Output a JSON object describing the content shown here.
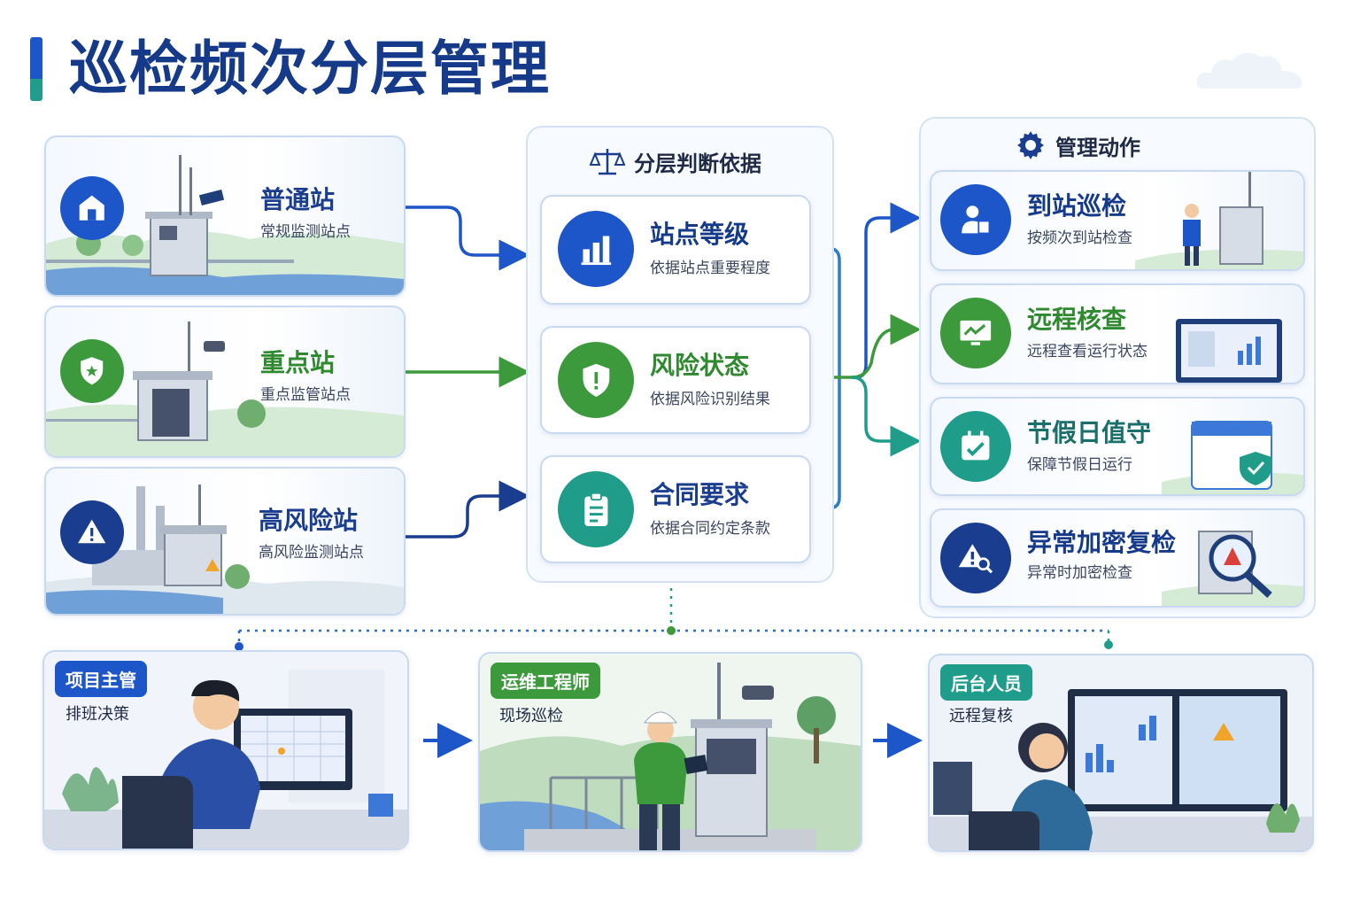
{
  "title": "巡检频次分层管理",
  "colors": {
    "blue": "#1d56c9",
    "green": "#3c9a3c",
    "navy": "#1a3d8f",
    "teal": "#1f9d8a",
    "orange": "#f0a52a",
    "red": "#d9413a"
  },
  "stations": [
    {
      "title": "普通站",
      "sub": "常规监测站点",
      "icon": "house-icon"
    },
    {
      "title": "重点站",
      "sub": "重点监管站点",
      "icon": "shield-star-icon"
    },
    {
      "title": "高风险站",
      "sub": "高风险监测站点",
      "icon": "warning-icon"
    }
  ],
  "criteria": {
    "header": "分层判断依据",
    "header_icon": "scale-icon",
    "items": [
      {
        "title": "站点等级",
        "sub": "依据站点重要程度",
        "icon": "bar-chart-icon"
      },
      {
        "title": "风险状态",
        "sub": "依据风险识别结果",
        "icon": "shield-alert-icon"
      },
      {
        "title": "合同要求",
        "sub": "依据合同约定条款",
        "icon": "clipboard-icon"
      }
    ]
  },
  "actions": {
    "header": "管理动作",
    "header_icon": "gear-icon",
    "items": [
      {
        "title": "到站巡检",
        "sub": "按频次到站检查",
        "icon": "inspector-icon"
      },
      {
        "title": "远程核查",
        "sub": "远程查看运行状态",
        "icon": "monitor-chart-icon"
      },
      {
        "title": "节假日值守",
        "sub": "保障节假日运行",
        "icon": "calendar-check-icon"
      },
      {
        "title": "异常加密复检",
        "sub": "异常时加密检查",
        "icon": "alert-search-icon"
      }
    ]
  },
  "roles": [
    {
      "badge": "项目主管",
      "sub": "排班决策"
    },
    {
      "badge": "运维工程师",
      "sub": "现场巡检"
    },
    {
      "badge": "后台人员",
      "sub": "远程复核"
    }
  ]
}
